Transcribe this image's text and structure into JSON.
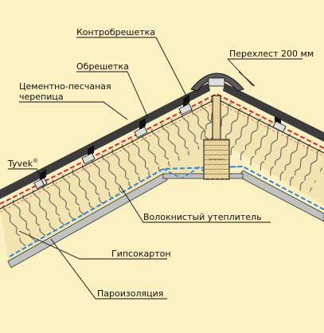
{
  "diagram": {
    "labels": {
      "counter_batten": "Контробрешетка",
      "overlap": "Перехлест 200 мм",
      "batten": "Обрешетка",
      "tile_line1": "Цементно-песчаная",
      "tile_line2": "черепица",
      "tyvek": "Tyvek",
      "tyvek_mark": "®",
      "insulation": "Волокнистый утеплитель",
      "drywall": "Гипсокартон",
      "vapor_barrier": "Пароизоляция"
    },
    "colors": {
      "background": "#fbf0c2",
      "roof_cover": "#3c3c3c",
      "insulation_fill": "#f2e4b0",
      "insulation_wave": "#555555",
      "tyvek_dash": "#e0242c",
      "vapor_dash": "#2e86d8",
      "drywall": "#bfc2bf",
      "timber": "#8a6a3a",
      "line": "#111111"
    }
  }
}
